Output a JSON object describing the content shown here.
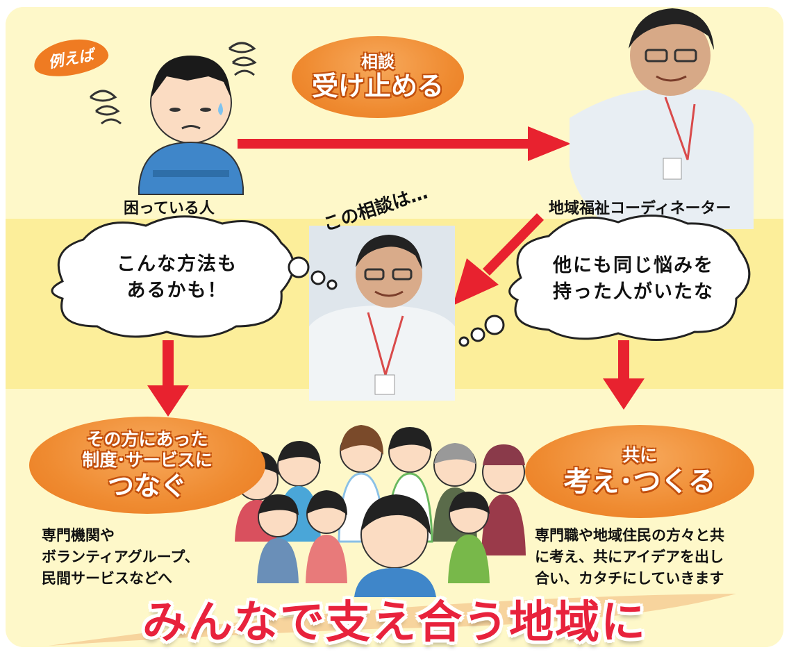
{
  "badge": "例えば",
  "people": {
    "troubled_person": "困っている人",
    "coordinator": "地域福祉コーディネーター"
  },
  "ovals": {
    "consult": {
      "small": "相談",
      "large": "受け止める"
    },
    "connect": {
      "line1": "その方にあった",
      "line2": "制度･サービスに",
      "large": "つなぐ"
    },
    "together": {
      "small": "共に",
      "large": "考え･つくる"
    }
  },
  "thought": "この相談は…",
  "clouds": {
    "left": {
      "line1": "こんな方法も",
      "line2": "あるかも！"
    },
    "right": {
      "line1": "他にも同じ悩みを",
      "line2": "持った人がいたな"
    }
  },
  "descriptions": {
    "left": [
      "専門機関や",
      "ボランティアグループ、",
      "民間サービスなどへ"
    ],
    "right": [
      "専門職や地域住民の方々と共",
      "に考え、共にアイデアを出し",
      "合い、カタチにしていきます"
    ]
  },
  "slogan": "みんなで支え合う地域に",
  "colors": {
    "orange": "#ef8b31",
    "red_arrow": "#e8222f",
    "slogan_red": "#e8223c",
    "band_light": "#fef8c9",
    "band_mid": "#fcee9a"
  }
}
